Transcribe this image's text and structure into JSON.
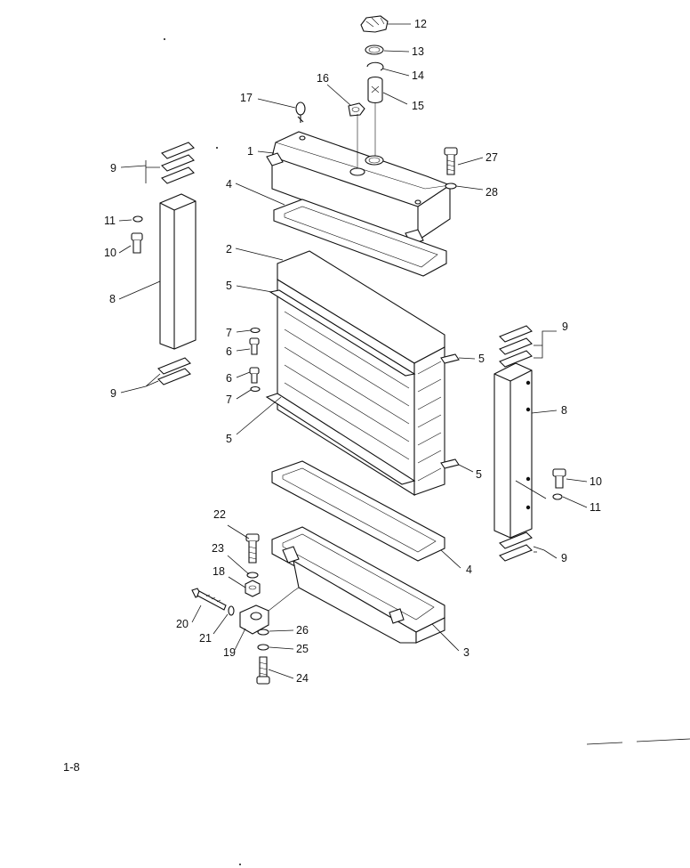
{
  "figure": {
    "page_number": "1-8",
    "callouts": {
      "c1": "1",
      "c2": "2",
      "c3": "3",
      "c4a": "4",
      "c4b": "4",
      "c5a": "5",
      "c5b": "5",
      "c5c": "5",
      "c5d": "5",
      "c6a": "6",
      "c6b": "6",
      "c7a": "7",
      "c7b": "7",
      "c8a": "8",
      "c8b": "8",
      "c9a": "9",
      "c9b": "9",
      "c9c": "9",
      "c9d": "9",
      "c10a": "10",
      "c10b": "10",
      "c11a": "11",
      "c11b": "11",
      "c12": "12",
      "c13": "13",
      "c14": "14",
      "c15": "15",
      "c16": "16",
      "c17": "17",
      "c18": "18",
      "c19": "19",
      "c20": "20",
      "c21": "21",
      "c22": "22",
      "c23": "23",
      "c24": "24",
      "c25": "25",
      "c26": "26",
      "c27": "27",
      "c28": "28"
    }
  }
}
